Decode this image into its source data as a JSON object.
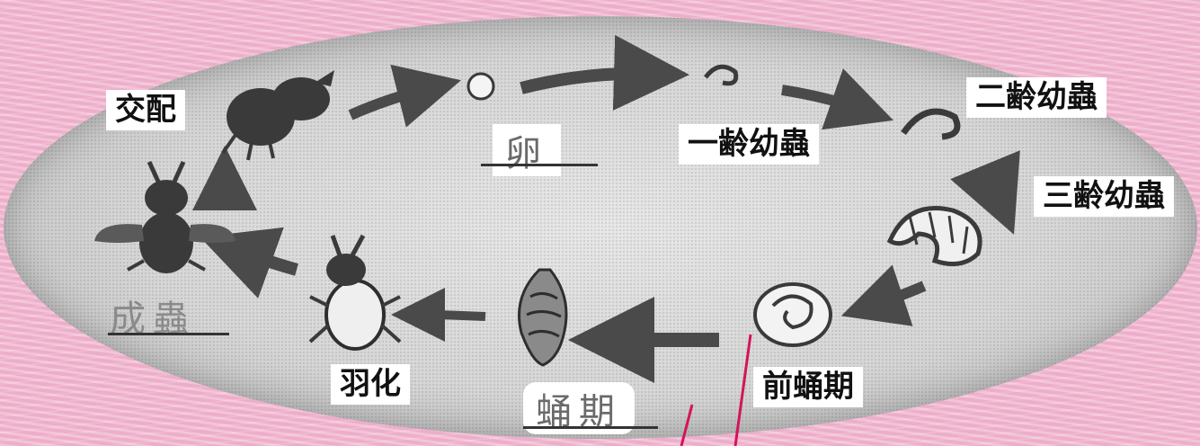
{
  "stages": {
    "mating": "交配",
    "egg_handwritten": "卵",
    "instar1": "一齢幼蟲",
    "instar2": "二齢幼蟲",
    "instar3": "三齢幼蟲",
    "prepupa": "前蛹期",
    "pupa_handwritten": "蛹期",
    "emergence": "羽化",
    "adult_handwritten": "成蟲"
  },
  "colors": {
    "background": "#f0b7cf",
    "ellipse": "#d7d7d7",
    "arrow": "#4a4a4a",
    "annotation": "#d4145a"
  },
  "icons": [
    "beetle-mating-icon",
    "egg-icon",
    "larva-instar1-icon",
    "larva-instar2-icon",
    "larva-instar3-icon",
    "prepupa-icon",
    "pupa-icon",
    "beetle-emerged-icon",
    "adult-beetle-icon"
  ]
}
